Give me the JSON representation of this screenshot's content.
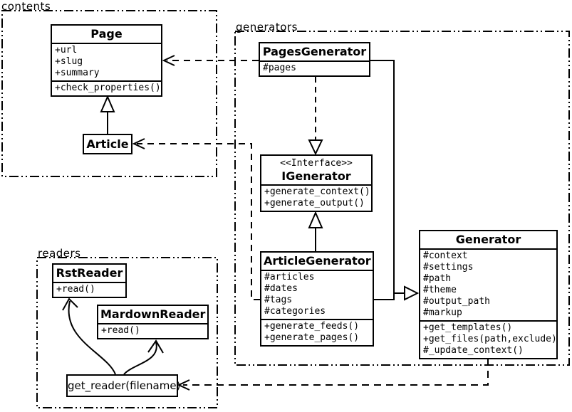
{
  "packages": {
    "contents": {
      "label": "contents"
    },
    "generators": {
      "label": "generators"
    },
    "readers": {
      "label": "readers"
    }
  },
  "classes": {
    "page": {
      "name": "Page",
      "attributes": [
        "+url",
        "+slug",
        "+summary"
      ],
      "methods": [
        "+check_properties()"
      ]
    },
    "article": {
      "name": "Article"
    },
    "pages_generator": {
      "name": "PagesGenerator",
      "attributes": [
        "#pages"
      ]
    },
    "igenerator": {
      "stereotype": "<<Interface>>",
      "name": "IGenerator",
      "methods": [
        "+generate_context()",
        "+generate_output()"
      ]
    },
    "article_generator": {
      "name": "ArticleGenerator",
      "attributes": [
        "#articles",
        "#dates",
        "#tags",
        "#categories"
      ],
      "methods": [
        "+generate_feeds()",
        "+generate_pages()"
      ]
    },
    "generator": {
      "name": "Generator",
      "attributes": [
        "#context",
        "#settings",
        "#path",
        "#theme",
        "#output_path",
        "#markup"
      ],
      "methods": [
        "+get_templates()",
        "+get_files(path,exclude)",
        "#_update_context()"
      ]
    },
    "rst_reader": {
      "name": "RstReader",
      "methods": [
        "+read()"
      ]
    },
    "mardown_reader": {
      "name": "MardownReader",
      "methods": [
        "+read()"
      ]
    },
    "get_reader": {
      "label": "get_reader(filename)"
    }
  },
  "colors": {
    "line": "#000000",
    "background": "#ffffff"
  }
}
